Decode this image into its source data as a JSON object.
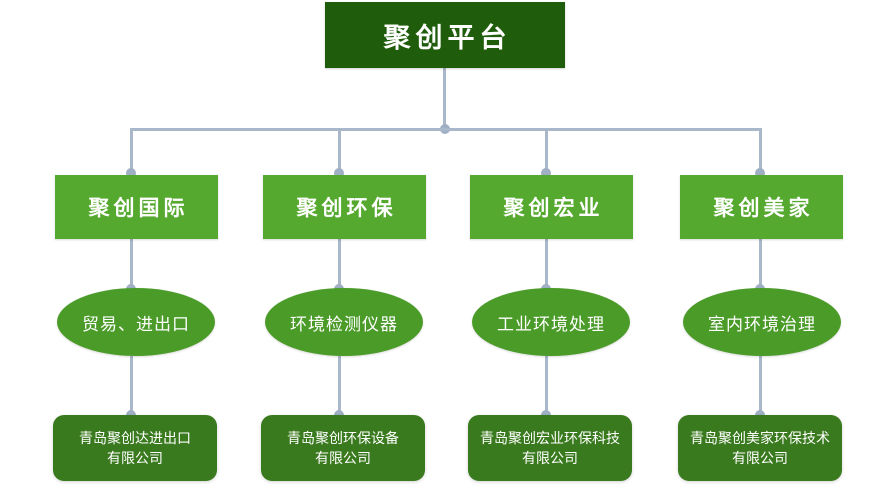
{
  "diagram": {
    "title": "聚创平台",
    "type": "organization-chart",
    "background_color": "#ffffff",
    "colors": {
      "root_box": "#1f5c0b",
      "division_box": "#56a92f",
      "business_ellipse": "#4a9b28",
      "company_box": "#3a7a1e",
      "connector_line": "#a9b7ca",
      "connector_dot": "#9fb0c4",
      "text": "#ffffff"
    },
    "root": {
      "label": "聚创平台"
    },
    "branches": [
      {
        "division": "聚创国际",
        "business": "贸易、进出口",
        "company_line1": "青岛聚创达进出口",
        "company_line2": "有限公司"
      },
      {
        "division": "聚创环保",
        "business": "环境检测仪器",
        "company_line1": "青岛聚创环保设备",
        "company_line2": "有限公司"
      },
      {
        "division": "聚创宏业",
        "business": "工业环境处理",
        "company_line1": "青岛聚创宏业环保科技",
        "company_line2": "有限公司"
      },
      {
        "division": "聚创美家",
        "business": "室内环境治理",
        "company_line1": "青岛聚创美家环保技术",
        "company_line2": "有限公司"
      }
    ]
  }
}
